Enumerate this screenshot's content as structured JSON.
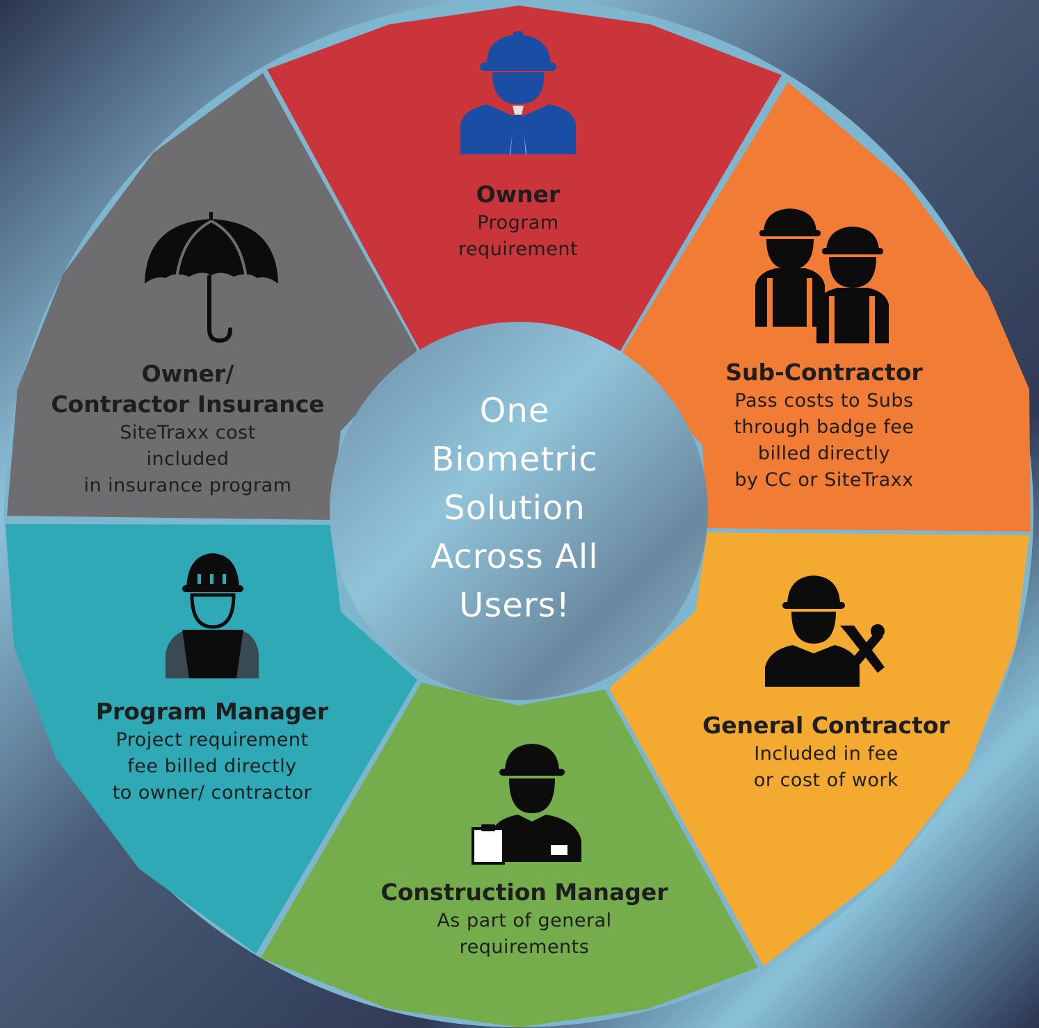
{
  "center": {
    "lines": [
      "One",
      "Biometric",
      "Solution",
      "Across All",
      "Users!"
    ]
  },
  "segments": {
    "owner": {
      "color": "#c9353a",
      "icon": "businessman-icon",
      "title": "Owner",
      "lines": [
        "Program",
        "requirement"
      ]
    },
    "subcontractor": {
      "color": "#f07c35",
      "icon": "two-workers-icon",
      "title": "Sub-Contractor",
      "lines": [
        "Pass costs to Subs",
        "through badge fee",
        "billed directly",
        "by CC or SiteTraxx"
      ]
    },
    "general_contractor": {
      "color": "#f4aa30",
      "icon": "contractor-tools-icon",
      "title": "General Contractor",
      "lines": [
        "Included in fee",
        "or cost of work"
      ]
    },
    "construction_manager": {
      "color": "#75ad4c",
      "icon": "manager-clipboard-icon",
      "title": "Construction Manager",
      "lines": [
        "As part of general",
        "requirements"
      ]
    },
    "program_manager": {
      "color": "#2ea9b5",
      "icon": "worker-vest-icon",
      "title": "Program Manager",
      "lines": [
        "Project requirement",
        "fee billed directly",
        "to owner/ contractor"
      ]
    },
    "insurance": {
      "color": "#6e6e70",
      "icon": "umbrella-icon",
      "title_lines": [
        "Owner/",
        "Contractor Insurance"
      ],
      "lines": [
        "SiteTraxx cost",
        "included",
        "in insurance program"
      ]
    }
  }
}
